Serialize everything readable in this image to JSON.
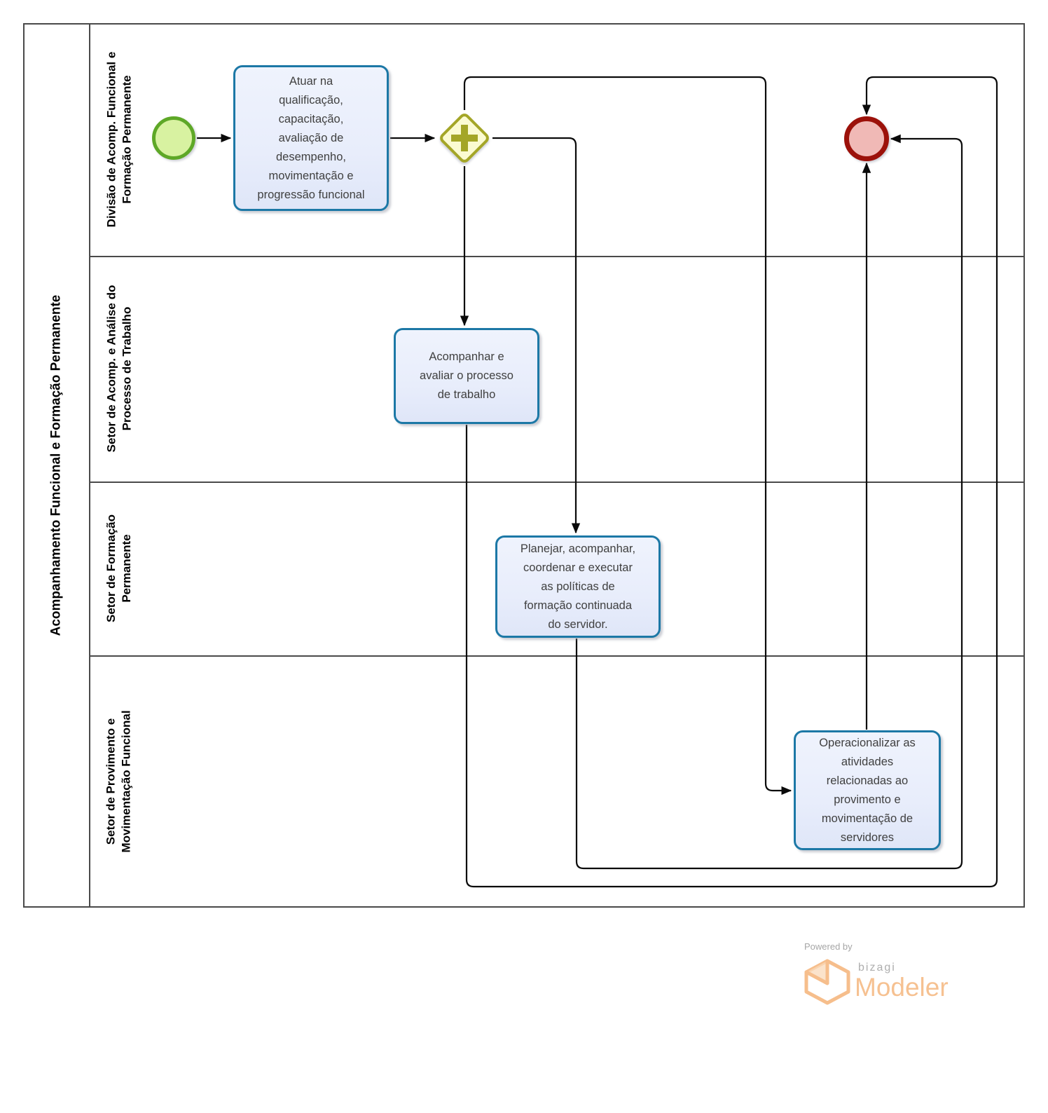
{
  "pool": {
    "title": "Acompanhamento Funcional e Formação Permanente",
    "lanes": [
      {
        "label": "Divisão de Acomp. Funcional e Formação Permanente",
        "lines": [
          "Divisão de Acomp. Funcional e",
          "Formação Permanente"
        ]
      },
      {
        "label": "Setor de Acomp. e Análise do Processo de Trabalho",
        "lines": [
          "Setor de Acomp. e Análise do",
          "Processo de Trabalho"
        ]
      },
      {
        "label": "Setor de Formação Permanente",
        "lines": [
          "Setor de Formação",
          "Permanente"
        ]
      },
      {
        "label": "Setor de Provimento e Movimentação Funcional",
        "lines": [
          "Setor de Provimento e",
          "Movimentação Funcional"
        ]
      }
    ]
  },
  "tasks": [
    {
      "label": "Atuar na qualificação, capacitação, avaliação de desempenho, movimentação e progressão funcional",
      "lines": [
        "Atuar na",
        "qualificação,",
        "capacitação,",
        "avaliação de",
        "desempenho,",
        "movimentação e",
        "progressão funcional"
      ]
    },
    {
      "label": "Acompanhar e avaliar o processo de trabalho",
      "lines": [
        "Acompanhar e",
        "avaliar o processo",
        "de trabalho"
      ]
    },
    {
      "label": "Planejar, acompanhar, coordenar e executar as políticas de formação continuada do servidor.",
      "lines": [
        "Planejar, acompanhar,",
        "coordenar e executar",
        "as políticas de",
        "formação continuada",
        "do servidor."
      ]
    },
    {
      "label": "Operacionalizar as atividades relacionadas ao provimento e movimentação de servidores",
      "lines": [
        "Operacionalizar as",
        "atividades",
        "relacionadas ao",
        "provimento e",
        "movimentação de",
        "servidores"
      ]
    }
  ],
  "nodes": {
    "start_event": "start-event",
    "parallel_gateway": "parallel-gateway",
    "end_event": "end-event"
  },
  "colors": {
    "task_border": "#1c78a6",
    "task_fill": "#e8edfb",
    "start_border": "#5ea827",
    "start_fill": "#d8f2a1",
    "end_border": "#9c110a",
    "end_fill": "#f0b9b6",
    "gateway_border": "#a4a627",
    "gateway_fill": "#fbfbd2",
    "flow": "#000000",
    "pool_border": "#4a4a4a",
    "brand_orange": "#f6c191",
    "brand_gray": "#a6a6a6"
  },
  "branding": {
    "powered_by": "Powered by",
    "brand": "bizagi",
    "product": "Modeler"
  }
}
